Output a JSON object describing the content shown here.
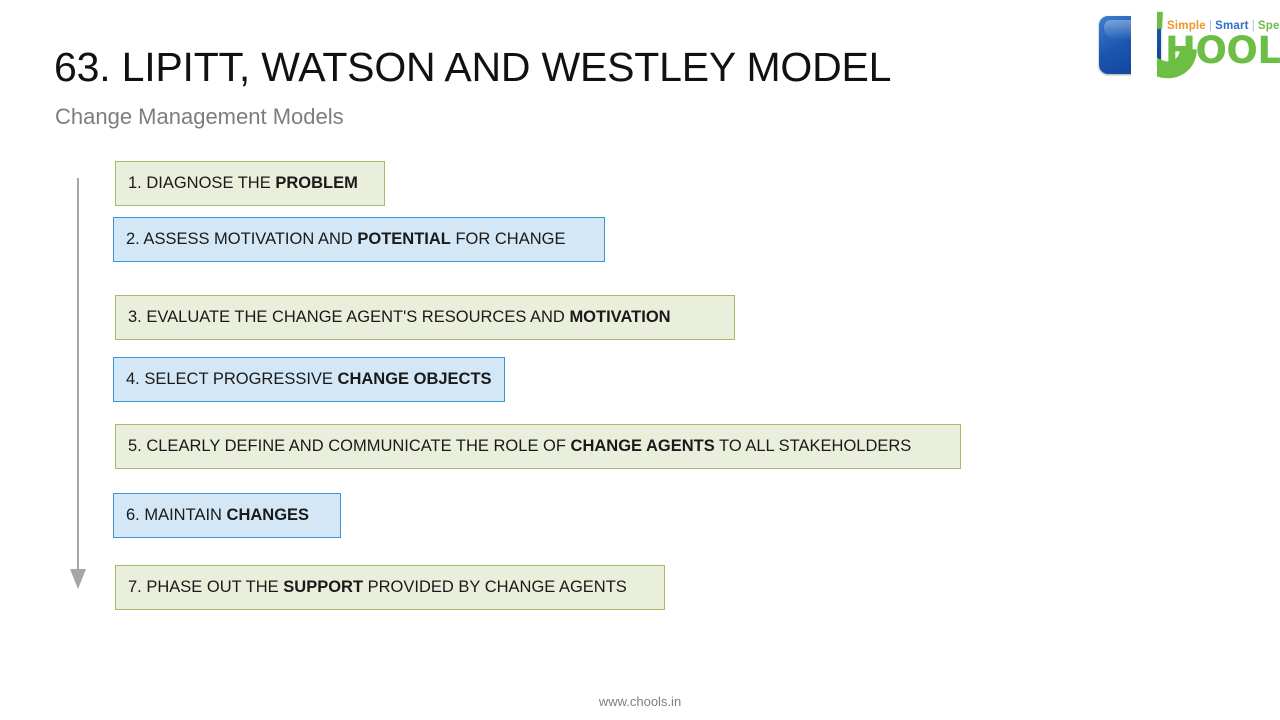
{
  "slide": {
    "title": "63. LIPITT, WATSON AND WESTLEY MODEL",
    "subtitle": "Change Management Models",
    "footer": "www.chools.in"
  },
  "logo": {
    "wordmark": "HOOLS",
    "tagline": {
      "first": "Simple",
      "second": "Smart",
      "third": "Speed",
      "separator": "|"
    },
    "colors": {
      "blue": "#1b55b0",
      "green": "#6cbe45",
      "orange": "#f0952a",
      "tagline_blue": "#2e6fc4"
    }
  },
  "arrow": {
    "label": "downward-flow-arrow",
    "color": "#a6a6a6"
  },
  "theme": {
    "green_fill": "#eaefdc",
    "green_border": "#a4bc6a",
    "blue_fill": "#d3e7f6",
    "blue_border": "#3c96d4",
    "title_color": "#111111",
    "subtitle_color": "#7d7d7d",
    "footer_color": "#808080"
  },
  "steps": [
    {
      "number": "1.",
      "style": "green",
      "text_html": "1. DIAGNOSE THE <b>PROBLEM</b>",
      "text_plain": "1. DIAGNOSE THE PROBLEM",
      "emphasis": "PROBLEM"
    },
    {
      "number": "2.",
      "style": "blue",
      "text_html": "2. ASSESS MOTIVATION AND <b>POTENTIAL</b> FOR CHANGE",
      "text_plain": "2. ASSESS MOTIVATION AND POTENTIAL FOR CHANGE",
      "emphasis": "POTENTIAL"
    },
    {
      "number": "3.",
      "style": "green",
      "text_html": "3. EVALUATE THE CHANGE AGENT'S RESOURCES AND <b>MOTIVATION</b>",
      "text_plain": "3. EVALUATE THE CHANGE AGENT'S RESOURCES AND MOTIVATION",
      "emphasis": "MOTIVATION"
    },
    {
      "number": "4.",
      "style": "blue",
      "text_html": "4. SELECT PROGRESSIVE <b>CHANGE OBJECTS</b>",
      "text_plain": "4. SELECT PROGRESSIVE CHANGE OBJECTS",
      "emphasis": "CHANGE OBJECTS"
    },
    {
      "number": "5.",
      "style": "green",
      "text_html": "5. CLEARLY DEFINE AND COMMUNICATE THE ROLE OF <b>CHANGE AGENTS</b> TO ALL STAKEHOLDERS",
      "text_plain": "5. CLEARLY DEFINE AND COMMUNICATE THE ROLE OF CHANGE AGENTS TO ALL STAKEHOLDERS",
      "emphasis": "CHANGE AGENTS"
    },
    {
      "number": "6.",
      "style": "blue",
      "text_html": "6. MAINTAIN <b>CHANGES</b>",
      "text_plain": "6. MAINTAIN CHANGES",
      "emphasis": "CHANGES"
    },
    {
      "number": "7.",
      "style": "green",
      "text_html": "7. PHASE OUT THE <b>SUPPORT</b> PROVIDED BY CHANGE AGENTS",
      "text_plain": "7. PHASE OUT THE SUPPORT PROVIDED BY CHANGE AGENTS",
      "emphasis": "SUPPORT"
    }
  ]
}
